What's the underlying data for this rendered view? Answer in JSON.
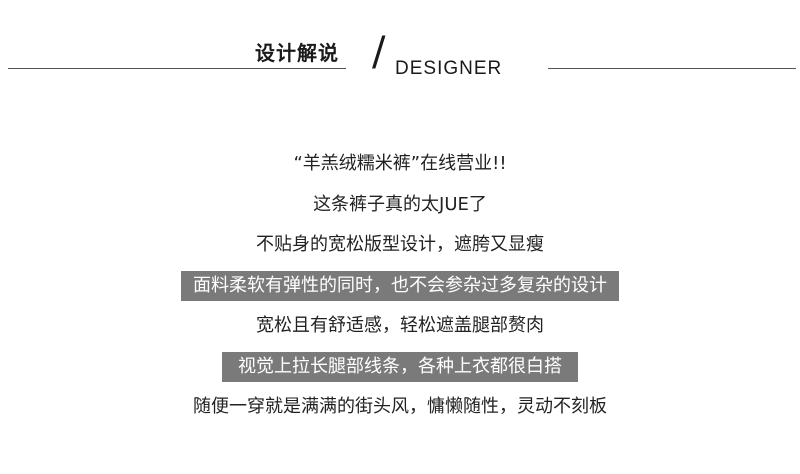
{
  "header": {
    "title_cn": "设计解说",
    "slash": "/",
    "title_en": "DESIGNER"
  },
  "lines": [
    {
      "text": "“羊羔绒糯米裤”在线营业!!",
      "highlight": false
    },
    {
      "text": "这条裤子真的太JUE了",
      "highlight": false
    },
    {
      "text": "不贴身的宽松版型设计，遮胯又显瘦",
      "highlight": false
    },
    {
      "text": "面料柔软有弹性的同时，也不会参杂过多复杂的设计",
      "highlight": true
    },
    {
      "text": "宽松且有舒适感，轻松遮盖腿部赘肉",
      "highlight": false
    },
    {
      "text": "视觉上拉长腿部线条，各种上衣都很白搭",
      "highlight": true
    },
    {
      "text": "随便一穿就是满满的街头风，慵懒随性，灵动不刻板",
      "highlight": false
    }
  ],
  "colors": {
    "highlight_bg": "#7a7a7a",
    "text": "#222222",
    "rule": "#555555"
  }
}
